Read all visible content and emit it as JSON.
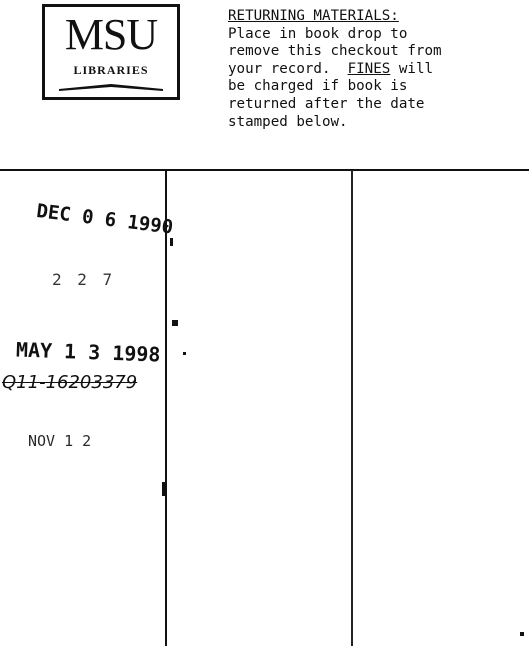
{
  "logo": {
    "title": "MSU",
    "subtitle": "LIBRARIES"
  },
  "notice": {
    "heading": "RETURNING MATERIALS:",
    "lines": [
      "Place in book drop to",
      "remove this checkout from",
      "your record.",
      "FINES",
      "will",
      "be charged if book is",
      "returned after the date",
      "stamped below."
    ]
  },
  "stamps": [
    "DEC 0 6 1990",
    "2 2 7",
    "MAY 1 3 1998",
    "Q11-16203379",
    "NOV 1 2"
  ]
}
